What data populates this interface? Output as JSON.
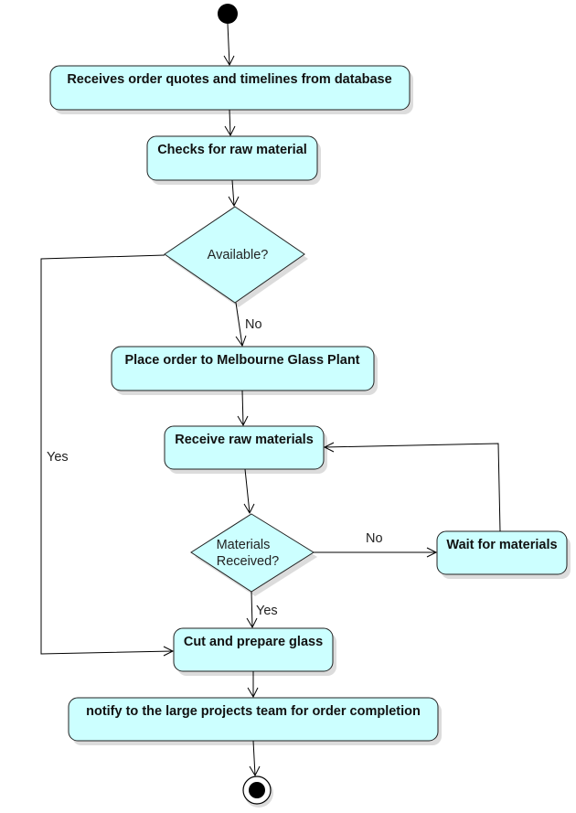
{
  "nodes": {
    "receive_quotes": "Receives order quotes and timelines from database",
    "check_raw": "Checks for raw material",
    "available": "Available?",
    "place_order": "Place order to Melbourne Glass Plant",
    "receive_raw": "Receive raw materials",
    "materials_received_1": "Materials",
    "materials_received_2": "Received?",
    "wait": "Wait for materials",
    "cut": "Cut and prepare glass",
    "notify": "notify to the large projects team for order completion"
  },
  "edges": {
    "available_no": "No",
    "available_yes": "Yes",
    "received_no": "No",
    "received_yes": "Yes"
  },
  "colors": {
    "activity_fill": "#ccffff",
    "stroke": "#222222",
    "shadow": "#dcdcdc"
  }
}
